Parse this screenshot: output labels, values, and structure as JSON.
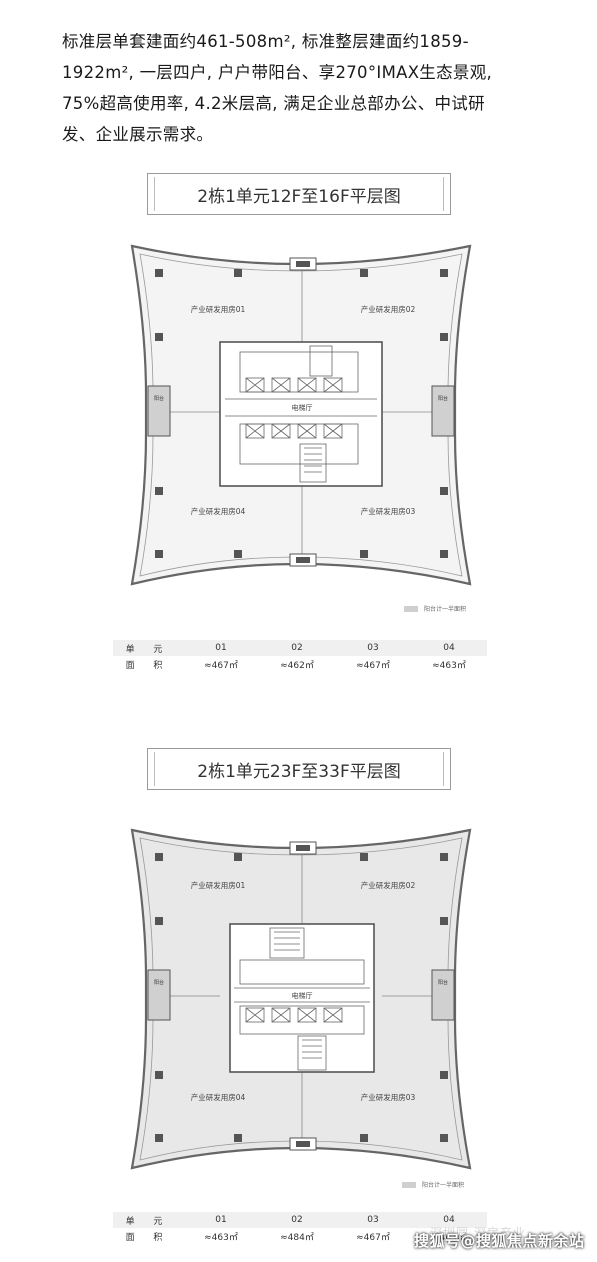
{
  "intro": {
    "lines": [
      "标准层单套建面约461-508m², 标准整层建面约1859-",
      "1922m², 一层四户, 户户带阳台、享270°IMAX生态景观,",
      "75%超高使用率, 4.2米层高, 满足企业总部办公、中试研",
      "发、企业展示需求。"
    ]
  },
  "plans": [
    {
      "title": "2栋1单元12F至16F平层图",
      "rooms": [
        "产业研发用房01",
        "产业研发用房02",
        "产业研发用房03",
        "产业研发用房04"
      ],
      "lobby": "电梯厅",
      "balcony_left": "阳台",
      "balcony_right": "阳台",
      "legend": "阳台计一半面积",
      "table": {
        "header_label": "单 元",
        "area_label": "面 积",
        "units": [
          "01",
          "02",
          "03",
          "04"
        ],
        "areas": [
          "≈467㎡",
          "≈462㎡",
          "≈467㎡",
          "≈463㎡"
        ]
      }
    },
    {
      "title": "2栋1单元23F至33F平层图",
      "rooms": [
        "产业研发用房01",
        "产业研发用房02",
        "产业研发用房03",
        "产业研发用房04"
      ],
      "lobby": "电梯厅",
      "balcony_left": "阳台",
      "balcony_right": "阳台",
      "legend": "阳台计一半面积",
      "table": {
        "header_label": "单 元",
        "area_label": "面 积",
        "units": [
          "01",
          "02",
          "03",
          "04"
        ],
        "areas": [
          "≈463㎡",
          "≈484㎡",
          "≈467㎡",
          "≈463㎡"
        ]
      }
    }
  ],
  "watermark": "搜狐号@搜狐焦点新余站",
  "faded_watermark": "深圳圆 深房产业",
  "colors": {
    "plan1_floor": "#f4f4f4",
    "plan2_floor": "#e8e8e8",
    "wall": "#666666"
  }
}
